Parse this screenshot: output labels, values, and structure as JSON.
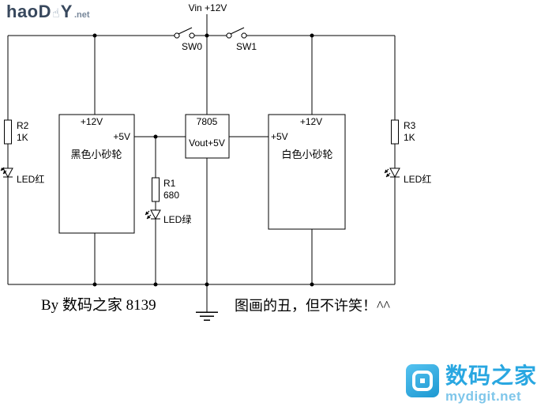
{
  "watermark": {
    "hao": "hao",
    "d": "D",
    "hand": "☝",
    "y": "Y",
    "net": ".net"
  },
  "schematic": {
    "vin_label": "Vin +12V",
    "sw0": "SW0",
    "sw1": "SW1",
    "regulator_name": "7805",
    "regulator_out": "Vout+5V",
    "black_box": {
      "top_rail": "+12V",
      "in_rail": "+5V",
      "title": "黑色小砂轮"
    },
    "white_box": {
      "top_rail": "+12V",
      "in_rail": "+5V",
      "title": "白色小砂轮"
    },
    "r1_name": "R1",
    "r1_value": "680",
    "r2_name": "R2",
    "r2_value": "1K",
    "r3_name": "R3",
    "r3_value": "1K",
    "led_left": "LED红",
    "led_middle": "LED绿",
    "led_right": "LED红",
    "wire_color": "#000000"
  },
  "captions": {
    "author": "By 数码之家 8139",
    "note": "图画的丑，但不许笑！^^"
  },
  "brand": {
    "name": "数码之家",
    "site": "mydigit.net",
    "accent": "#29a7e1",
    "accent_light": "#7ec6ea",
    "icon_gradient_top": "#55c3f1",
    "icon_gradient_bottom": "#1d98d1"
  }
}
